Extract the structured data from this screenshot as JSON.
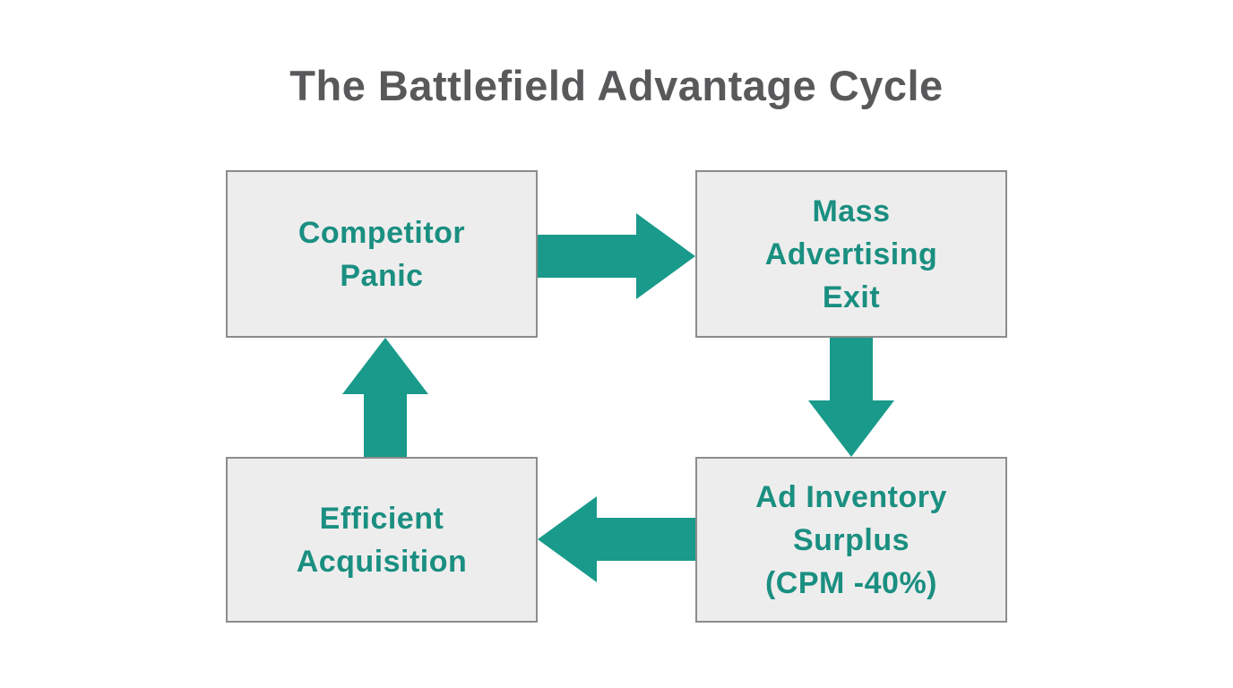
{
  "title": "The Battlefield Advantage Cycle",
  "colors": {
    "accent": "#199A8B",
    "node_text": "#1A8F81",
    "node_fill": "#EEEDED",
    "node_border": "#8C8C8C",
    "title_text": "#59595B",
    "background": "#FFFFFF"
  },
  "diagram": {
    "type": "cycle",
    "nodes": [
      {
        "id": "competitor-panic",
        "label": "Competitor Panic",
        "lines": [
          "Competitor",
          "Panic"
        ],
        "position": "top-left"
      },
      {
        "id": "mass-advertising-exit",
        "label": "Mass Advertising Exit",
        "lines": [
          "Mass",
          "Advertising",
          "Exit"
        ],
        "position": "top-right"
      },
      {
        "id": "ad-inventory-surplus",
        "label": "Ad Inventory Surplus (CPM -40%)",
        "lines": [
          "Ad Inventory",
          "Surplus",
          "(CPM -40%)"
        ],
        "position": "bottom-right"
      },
      {
        "id": "efficient-acquisition",
        "label": "Efficient Acquisition",
        "lines": [
          "Efficient",
          "Acquisition"
        ],
        "position": "bottom-left"
      }
    ],
    "arrows": [
      {
        "from": "competitor-panic",
        "to": "mass-advertising-exit",
        "direction": "right"
      },
      {
        "from": "mass-advertising-exit",
        "to": "ad-inventory-surplus",
        "direction": "down"
      },
      {
        "from": "ad-inventory-surplus",
        "to": "efficient-acquisition",
        "direction": "left"
      },
      {
        "from": "efficient-acquisition",
        "to": "competitor-panic",
        "direction": "up"
      }
    ]
  }
}
